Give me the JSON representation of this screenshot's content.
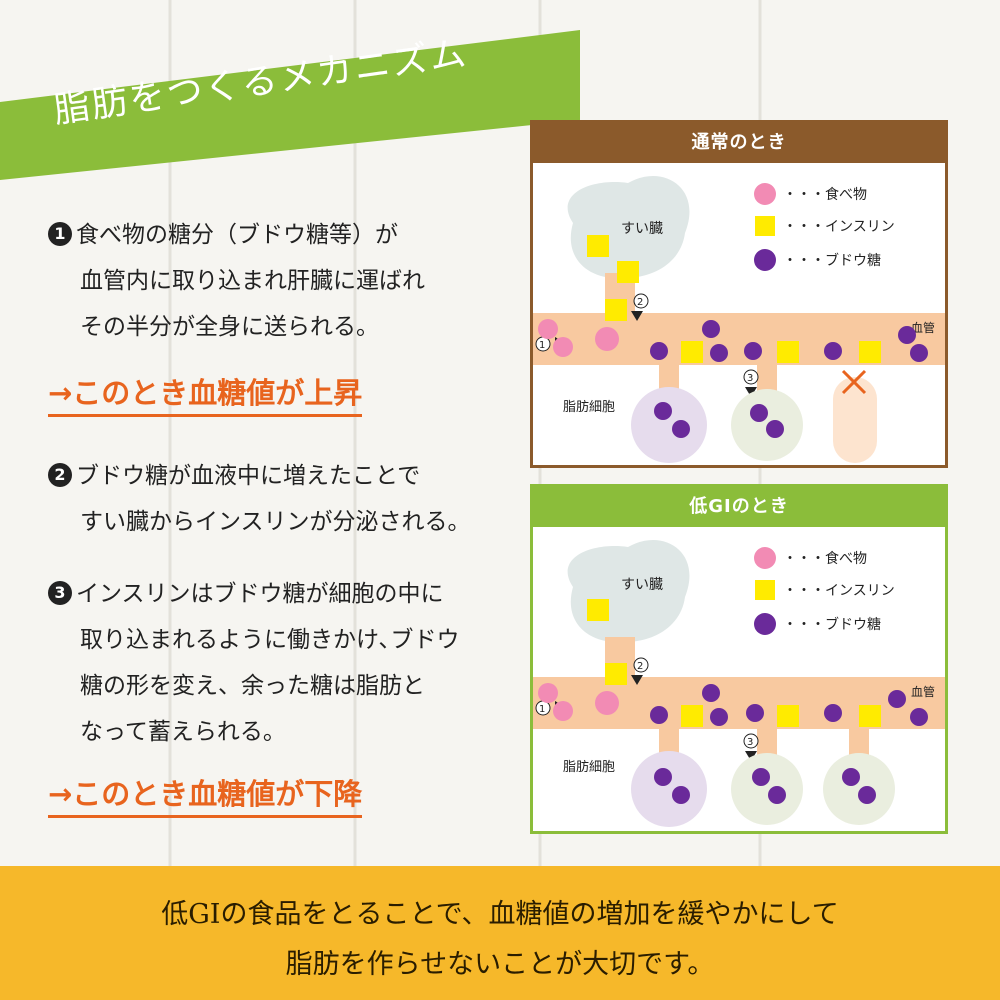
{
  "banner": {
    "title": "脂肪をつくるメカニズム"
  },
  "steps": [
    {
      "badge": "1",
      "lines": [
        "食べ物の糖分（ブドウ糖等）が",
        "血管内に取り込まれ肝臓に運ばれ",
        "その半分が全身に送られる。"
      ]
    },
    {
      "badge": "2",
      "lines": [
        "ブドウ糖が血液中に増えたことで",
        "すい臓からインスリンが分泌される。"
      ]
    },
    {
      "badge": "3",
      "lines": [
        "インスリンはブドウ糖が細胞の中に",
        "取り込まれるように働きかけ､ブドウ",
        "糖の形を変え、余った糖は脂肪と",
        "なって蓄えられる。"
      ]
    }
  ],
  "results": {
    "rise": "→このとき血糖値が上昇",
    "fall": "→このとき血糖値が下降"
  },
  "panels": {
    "normal": {
      "title": "通常のとき",
      "header_color": "#8b5a2b"
    },
    "lowgi": {
      "title": "低GIのとき",
      "header_color": "#8bbd3a"
    }
  },
  "diagram": {
    "pancreas_label": "すい臓",
    "vessel_label": "血管",
    "fat_cell_label": "脂肪細胞",
    "legend": [
      {
        "icon": "flower-icon",
        "label": "・・・食べ物"
      },
      {
        "icon": "square-icon",
        "label": "・・・インスリン"
      },
      {
        "icon": "circle-icon",
        "label": "・・・ブドウ糖"
      }
    ],
    "markers": [
      "1",
      "2",
      "3"
    ]
  },
  "bottom": {
    "line1": "低GIの食品をとることで、血糖値の増加を緩やかにして",
    "line2": "脂肪を作らせないことが大切です。"
  },
  "colors": {
    "green": "#8bbd3a",
    "brown": "#8b5a2b",
    "orange": "#e8641e",
    "yellow_band": "#f6b82a",
    "vessel": "#f8c9a0",
    "insulin": "#ffeb00",
    "glucose": "#6a2a9a",
    "food": "#f28bb4"
  }
}
